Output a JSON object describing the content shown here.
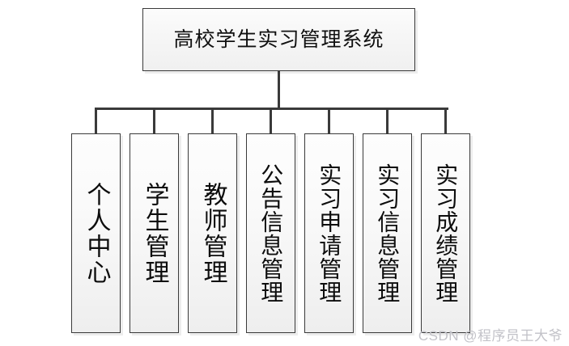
{
  "diagram": {
    "type": "hierarchy-tree",
    "root": {
      "label": "高校学生实习管理系统"
    },
    "children": [
      {
        "label": "个人中心",
        "chars": 4
      },
      {
        "label": "学生管理",
        "chars": 4
      },
      {
        "label": "教师管理",
        "chars": 4
      },
      {
        "label": "公告信息管理",
        "chars": 6
      },
      {
        "label": "实习申请管理",
        "chars": 6
      },
      {
        "label": "实习信息管理",
        "chars": 6
      },
      {
        "label": "实习成绩管理",
        "chars": 6
      }
    ]
  },
  "watermark": {
    "text": "CSDN @程序员王大爷"
  },
  "colors": {
    "border": "#3a3a3a",
    "box_fill_top": "#fdfdfd",
    "box_fill_bottom": "#eeeeee",
    "text": "#111111",
    "watermark": "#c2c2c8"
  }
}
